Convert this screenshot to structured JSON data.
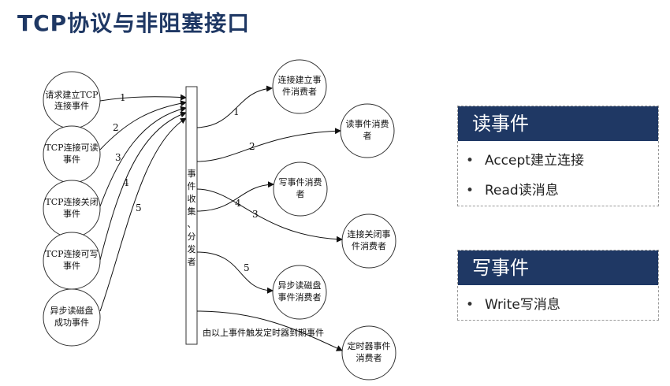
{
  "title": "TCP协议与非阻塞接口",
  "diagram": {
    "sources": [
      {
        "line1": "请求建立TCP",
        "line2": "连接事件"
      },
      {
        "line1": "TCP连接可读",
        "line2": "事件"
      },
      {
        "line1": "TCP连接关闭",
        "line2": "事件"
      },
      {
        "line1": "TCP连接可写",
        "line2": "事件"
      },
      {
        "line1": "异步读磁盘",
        "line2": "成功事件"
      }
    ],
    "source_numbers": [
      "1",
      "2",
      "3",
      "4",
      "5"
    ],
    "collector_label": [
      "事",
      "件",
      "收",
      "集",
      "、",
      "分",
      "发",
      "者"
    ],
    "consumers": [
      {
        "line1": "连接建立事",
        "line2": "件消费者"
      },
      {
        "line1": "读事件消费",
        "line2": "者"
      },
      {
        "line1": "写事件消费",
        "line2": "者"
      },
      {
        "line1": "连接关闭事",
        "line2": "件消费者"
      },
      {
        "line1": "异步读磁盘",
        "line2": "事件消费者"
      },
      {
        "line1": "定时器事件",
        "line2": "消费者"
      }
    ],
    "consumer_numbers": [
      "1",
      "2",
      "4",
      "3",
      "5"
    ],
    "timer_note": "由以上事件触发定时器到期事件"
  },
  "read_panel": {
    "header": "读事件",
    "items": [
      "Accept建立连接",
      "Read读消息"
    ],
    "bullet": "•"
  },
  "write_panel": {
    "header": "写事件",
    "items": [
      "Write写消息"
    ],
    "bullet": "•"
  },
  "colors": {
    "title": "#1f3864",
    "panel_header": "#1f3864"
  }
}
